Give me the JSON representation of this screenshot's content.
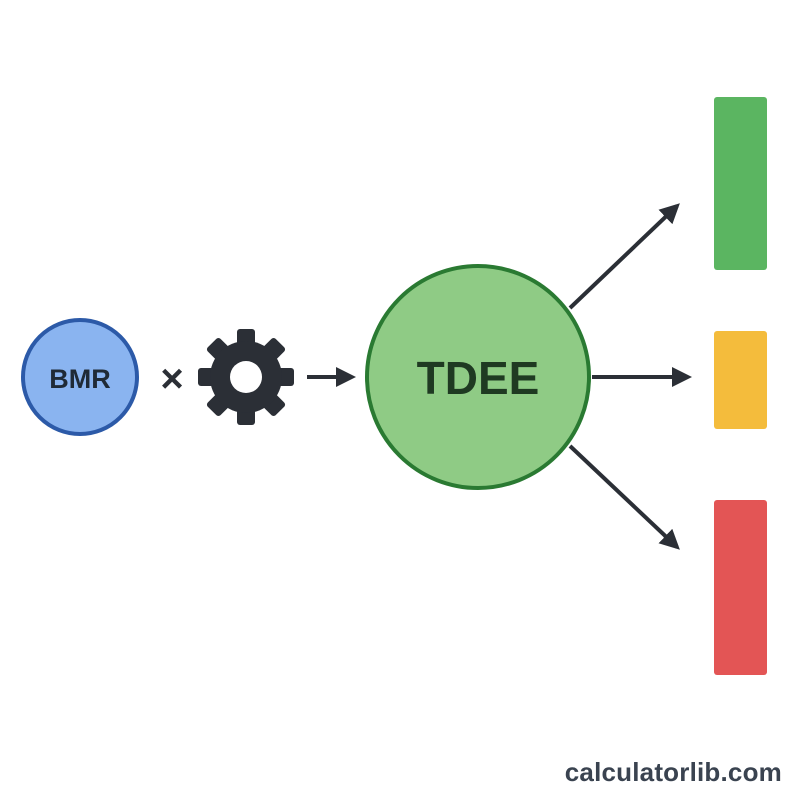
{
  "nodes": {
    "bmr": {
      "label": "BMR",
      "fill": "#8ab4f0",
      "stroke": "#2c5aa8"
    },
    "tdee": {
      "label": "TDEE",
      "fill": "#8fcb85",
      "stroke": "#2a7a32"
    }
  },
  "operator": {
    "symbol": "×"
  },
  "icons": {
    "activity": "gear-icon"
  },
  "outcomes": [
    {
      "name": "green-bar",
      "color": "#5bb561"
    },
    {
      "name": "yellow-bar",
      "color": "#f4bc3c"
    },
    {
      "name": "red-bar",
      "color": "#e35555"
    }
  ],
  "colors": {
    "ink": "#2b2f36",
    "text_dark": "#1f2a36"
  },
  "watermark": "calculatorlib.com"
}
